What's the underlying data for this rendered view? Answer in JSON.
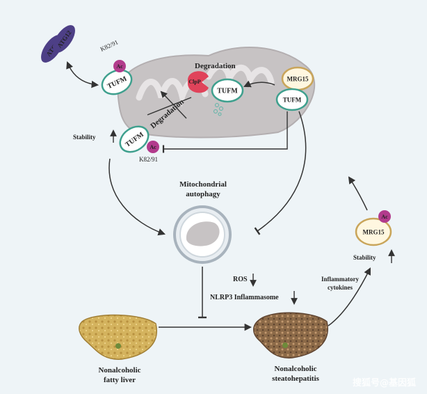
{
  "colors": {
    "background": "#eef4f7",
    "tufm_fill": "#ffffff",
    "tufm_stroke": "#3fa08e",
    "ac_fill": "#b23b8c",
    "mrg15_fill": "#fff7e0",
    "mrg15_stroke": "#c9a55a",
    "atg_fill": "#4d3f86",
    "clpp_fill": "#e0435a",
    "mito_fill": "#c7c3c4",
    "liver_fatty": "#d4b35e",
    "liver_nash": "#8c6a48"
  },
  "labels": {
    "atg5": "ATG5",
    "atg12": "ATG12",
    "k82_top": "K82/91",
    "ac": "Ac",
    "tufm": "TUFM",
    "degradation_top": "Degradation",
    "clpp": "ClpP",
    "mrg15": "MRG15",
    "degradation_crossed": "Degradation",
    "stability": "Stability",
    "k82_bottom": "K82/91",
    "mito_autophagy_1": "Mitochondrial",
    "mito_autophagy_2": "autophagy",
    "ros": "ROS",
    "nlrp3": "NLRP3 Inflammasome",
    "inflammatory_1": "Inflammatory",
    "inflammatory_2": "cytokines",
    "stability_right": "Stability",
    "nafl_1": "Nonalcoholic",
    "nafl_2": "fatty liver",
    "nash_1": "Nonalcoholic",
    "nash_2": "steatohepatitis",
    "watermark": "搜狐号@基因狐"
  }
}
